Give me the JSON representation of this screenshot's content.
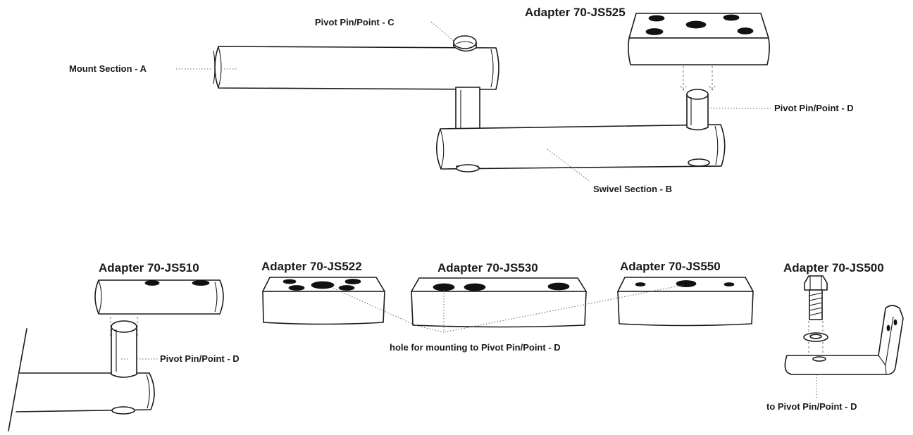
{
  "labels": {
    "pivot_c": "Pivot Pin/Point - C",
    "mount_a": "Mount Section - A",
    "swivel_b": "Swivel Section - B",
    "pivot_d_top": "Pivot Pin/Point - D",
    "pivot_d_left": "Pivot Pin/Point - D",
    "hole_mount": "hole for mounting to Pivot Pin/Point - D",
    "to_pivot_d": "to Pivot Pin/Point - D"
  },
  "adapters": {
    "js525": "Adapter 70-JS525",
    "js510": "Adapter 70-JS510",
    "js522": "Adapter 70-JS522",
    "js530": "Adapter 70-JS530",
    "js550": "Adapter 70-JS550",
    "js500": "Adapter 70-JS500"
  }
}
